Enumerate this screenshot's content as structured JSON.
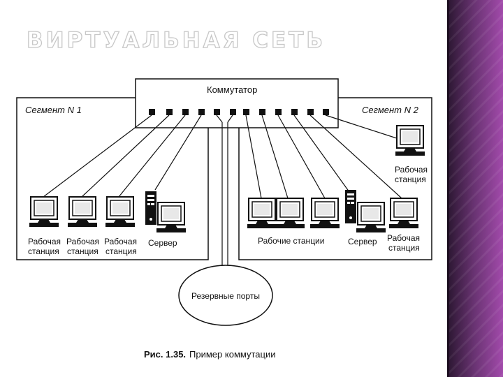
{
  "slide": {
    "title": "ВИРТУАЛЬНАЯ СЕТЬ",
    "accent_colors": [
      "#2a1630",
      "#7d3d88",
      "#a24aab"
    ]
  },
  "diagram": {
    "switch_label": "Коммутатор",
    "segment1_label": "Сегмент N 1",
    "segment2_label": "Сегмент N 2",
    "ws_word1": "Рабочая",
    "ws_word2": "станция",
    "server1_label": "Сервер",
    "workstations_plural": "Рабочие станции",
    "server2_label": "Сервер",
    "reserve_ports": "Резервные порты",
    "caption_bold": "Рис. 1.35.",
    "caption_text": "Пример коммутации"
  }
}
